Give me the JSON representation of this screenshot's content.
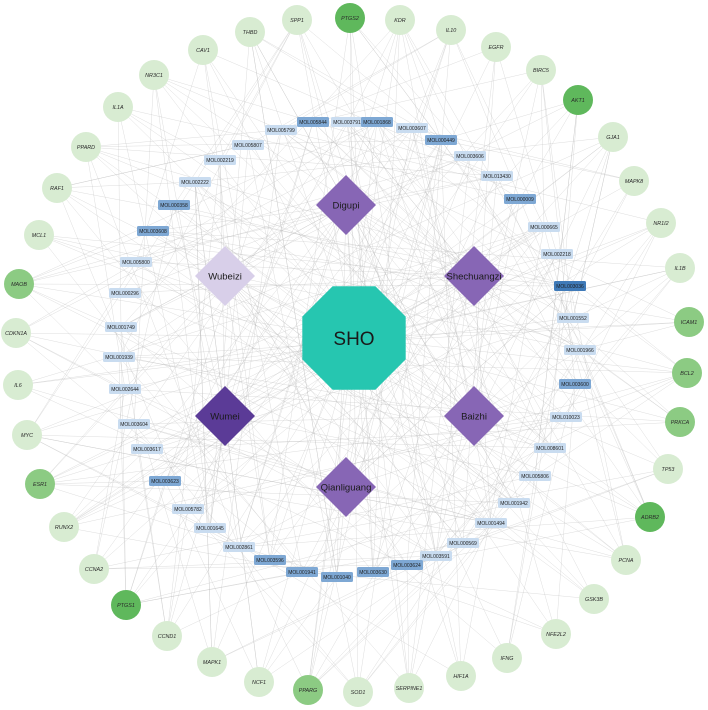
{
  "colors": {
    "center": "#26c6b0",
    "herb_dark": "#5b3b97",
    "herb_mid": "#8766b5",
    "herb_light": "#d8cfe9",
    "mol_dark": "#3f7ab8",
    "mol_mid": "#7ea8d4",
    "mol_light": "#c9dcf0",
    "gene_dark": "#5fb85c",
    "gene_mid": "#8ccb83",
    "gene_light": "#d8ecd2",
    "edge": "#b9b9b9"
  },
  "center": {
    "label": "SHO"
  },
  "herbs": [
    {
      "label": "Digupi",
      "shade": "mid"
    },
    {
      "label": "Shechuangzi",
      "shade": "mid"
    },
    {
      "label": "Baizhi",
      "shade": "mid"
    },
    {
      "label": "Qianliguang",
      "shade": "mid"
    },
    {
      "label": "Wumei",
      "shade": "dark"
    },
    {
      "label": "Wubeizi",
      "shade": "light"
    }
  ],
  "molecules": [
    {
      "label": "MOL003791",
      "shade": "light"
    },
    {
      "label": "MOL001868",
      "shade": "mid"
    },
    {
      "label": "MOL003607",
      "shade": "light"
    },
    {
      "label": "MOL000449",
      "shade": "mid"
    },
    {
      "label": "MOL003606",
      "shade": "light"
    },
    {
      "label": "MOL013430",
      "shade": "light"
    },
    {
      "label": "MOL000009",
      "shade": "mid"
    },
    {
      "label": "MOL000665",
      "shade": "light"
    },
    {
      "label": "MOL002218",
      "shade": "light"
    },
    {
      "label": "MOL003036",
      "shade": "dark"
    },
    {
      "label": "MOL001552",
      "shade": "light"
    },
    {
      "label": "MOL001966",
      "shade": "light"
    },
    {
      "label": "MOL003600",
      "shade": "mid"
    },
    {
      "label": "MOL010023",
      "shade": "light"
    },
    {
      "label": "MOL008601",
      "shade": "light"
    },
    {
      "label": "MOL005806",
      "shade": "light"
    },
    {
      "label": "MOL001942",
      "shade": "light"
    },
    {
      "label": "MOL001494",
      "shade": "light"
    },
    {
      "label": "MOL000569",
      "shade": "light"
    },
    {
      "label": "MOL003591",
      "shade": "light"
    },
    {
      "label": "MOL003624",
      "shade": "mid"
    },
    {
      "label": "MOL003630",
      "shade": "mid"
    },
    {
      "label": "MOL001040",
      "shade": "mid"
    },
    {
      "label": "MOL001941",
      "shade": "mid"
    },
    {
      "label": "MOL003596",
      "shade": "mid"
    },
    {
      "label": "MOL002861",
      "shade": "light"
    },
    {
      "label": "MOL001645",
      "shade": "light"
    },
    {
      "label": "MOL005782",
      "shade": "light"
    },
    {
      "label": "MOL003623",
      "shade": "mid"
    },
    {
      "label": "MOL003617",
      "shade": "light"
    },
    {
      "label": "MOL003604",
      "shade": "light"
    },
    {
      "label": "MOL002644",
      "shade": "light"
    },
    {
      "label": "MOL001939",
      "shade": "light"
    },
    {
      "label": "MOL001749",
      "shade": "light"
    },
    {
      "label": "MOL000296",
      "shade": "light"
    },
    {
      "label": "MOL005800",
      "shade": "light"
    },
    {
      "label": "MOL003608",
      "shade": "mid"
    },
    {
      "label": "MOL000358",
      "shade": "mid"
    },
    {
      "label": "MOL002222",
      "shade": "light"
    },
    {
      "label": "MOL002219",
      "shade": "light"
    },
    {
      "label": "MOL005807",
      "shade": "light"
    },
    {
      "label": "MOL005799",
      "shade": "light"
    },
    {
      "label": "MOL005844",
      "shade": "mid"
    }
  ],
  "genes": [
    {
      "label": "PTGS2",
      "shade": "dark"
    },
    {
      "label": "KDR",
      "shade": "light"
    },
    {
      "label": "IL10",
      "shade": "light"
    },
    {
      "label": "EGFR",
      "shade": "light"
    },
    {
      "label": "BIRC5",
      "shade": "light"
    },
    {
      "label": "AKT1",
      "shade": "dark"
    },
    {
      "label": "GJA1",
      "shade": "light"
    },
    {
      "label": "MAPK8",
      "shade": "light"
    },
    {
      "label": "NR1I2",
      "shade": "light"
    },
    {
      "label": "IL1B",
      "shade": "light"
    },
    {
      "label": "ICAM1",
      "shade": "mid"
    },
    {
      "label": "BCL2",
      "shade": "mid"
    },
    {
      "label": "PRKCA",
      "shade": "mid"
    },
    {
      "label": "TP53",
      "shade": "light"
    },
    {
      "label": "ADRB2",
      "shade": "dark"
    },
    {
      "label": "PCNA",
      "shade": "light"
    },
    {
      "label": "GSK3B",
      "shade": "light"
    },
    {
      "label": "NFE2L2",
      "shade": "light"
    },
    {
      "label": "IFNG",
      "shade": "light"
    },
    {
      "label": "HIF1A",
      "shade": "light"
    },
    {
      "label": "SERPINE1",
      "shade": "light"
    },
    {
      "label": "SOD1",
      "shade": "light"
    },
    {
      "label": "PPARG",
      "shade": "mid"
    },
    {
      "label": "NCF1",
      "shade": "light"
    },
    {
      "label": "MAPK1",
      "shade": "light"
    },
    {
      "label": "CCND1",
      "shade": "light"
    },
    {
      "label": "PTGS1",
      "shade": "dark"
    },
    {
      "label": "CCNA2",
      "shade": "light"
    },
    {
      "label": "RUNX2",
      "shade": "light"
    },
    {
      "label": "ESR1",
      "shade": "mid"
    },
    {
      "label": "MYC",
      "shade": "light"
    },
    {
      "label": "IL6",
      "shade": "light"
    },
    {
      "label": "CDKN1A",
      "shade": "light"
    },
    {
      "label": "MAOB",
      "shade": "mid"
    },
    {
      "label": "MCL1",
      "shade": "light"
    },
    {
      "label": "RAF1",
      "shade": "light"
    },
    {
      "label": "PPARD",
      "shade": "light"
    },
    {
      "label": "IL1A",
      "shade": "light"
    },
    {
      "label": "NR3C1",
      "shade": "light"
    },
    {
      "label": "CAV1",
      "shade": "light"
    },
    {
      "label": "THBD",
      "shade": "light"
    },
    {
      "label": "SPP1",
      "shade": "light"
    }
  ]
}
